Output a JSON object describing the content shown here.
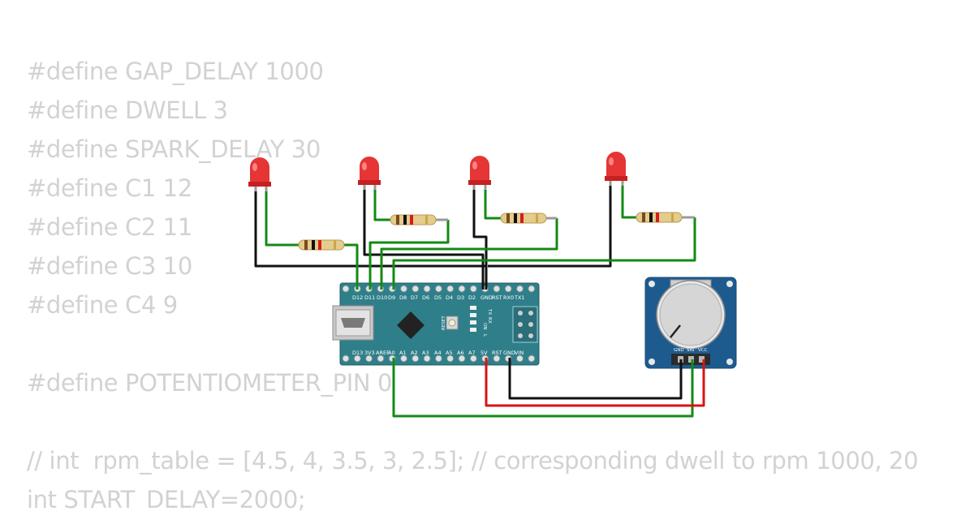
{
  "code_lines": [
    "#define GAP_DELAY 1000",
    "#define DWELL 3",
    "#define SPARK_DELAY 30",
    "#define C1 12",
    "#define C2 11",
    "#define C3 10",
    "#define C4 9",
    "",
    "#define POTENTIOMETER_PIN 0",
    "",
    "// int  rpm_table = [4.5, 4, 3.5, 3, 2.5]; // corresponding dwell to rpm 1000, 20",
    "int START_DELAY=2000;"
  ],
  "board": {
    "top_labels": [
      "D12",
      "D11",
      "D10",
      "D9",
      "D8",
      "D7",
      "D6",
      "D5",
      "D4",
      "D3",
      "D2",
      "GND",
      "RST",
      "RX0",
      "TX1"
    ],
    "bottom_labels": [
      "D13",
      "3V3",
      "AREF",
      "A0",
      "A1",
      "A2",
      "A3",
      "A4",
      "A5",
      "A6",
      "A7",
      "5V",
      "RST",
      "GND",
      "VIN"
    ],
    "reset_label": "RESET",
    "led_labels": [
      "TX",
      "RX",
      "ON",
      "L"
    ]
  },
  "potentiometer": {
    "pin_labels": [
      "GND",
      "SIG",
      "VCC"
    ]
  },
  "colors": {
    "wire_green": "#138a13",
    "wire_black": "#111111",
    "wire_red": "#d81414",
    "board": "#2f7f8a",
    "pot_module": "#1d5b8f",
    "led": "#e53535"
  }
}
